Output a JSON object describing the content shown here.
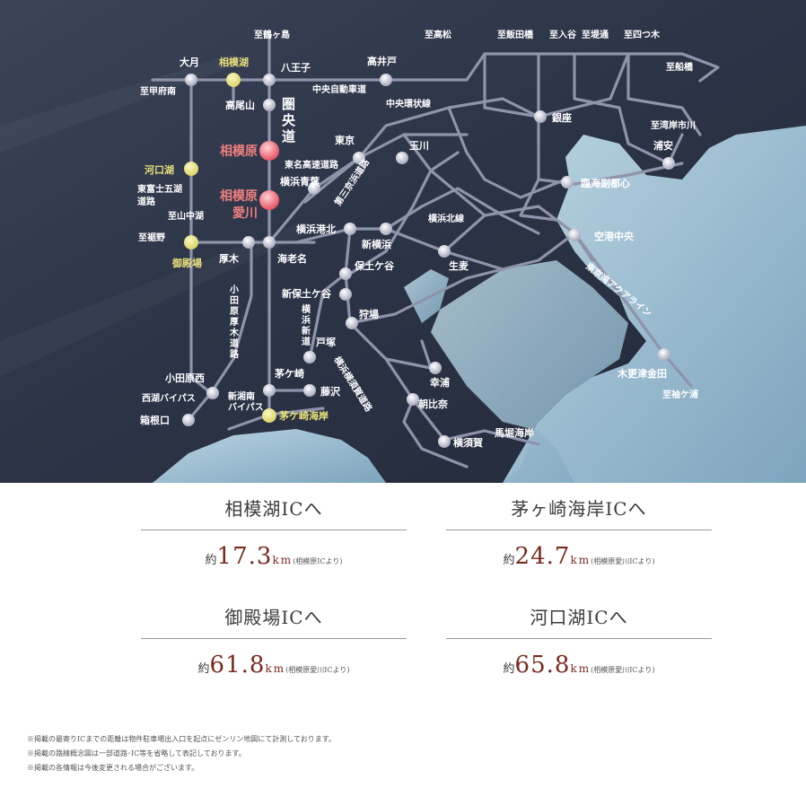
{
  "map": {
    "labels": {
      "chuo_do": "圏\n央\n道",
      "tsuru": "至鶴ヶ島",
      "hachioji": "八王子",
      "ohtsuki": "大月",
      "sagamiko": "相模湖",
      "kofu": "至甲府南",
      "takaosan": "高尾山",
      "takaido": "高井戸",
      "chuo_exp": "中央自動車道",
      "chuo_kanjo": "中央環状線",
      "sagamihara": "相模原",
      "sagamihara_aikawa_1": "相模原",
      "sagamihara_aikawa_2": "愛川",
      "kawaguchiko": "河口湖",
      "higashifuji_1": "東富士五湖",
      "higashifuji_2": "道路",
      "yamanaka": "至山中湖",
      "susono": "至裾野",
      "gotemba": "御殿場",
      "atsugi": "厚木",
      "ebina": "海老名",
      "tokyo": "東京",
      "tomei": "東名高速道路",
      "yokohama_aoba": "横浜青葉",
      "tamagawa": "玉川",
      "daisan_keihin": "第三京浜道路",
      "yokohama_kohoku": "横浜港北",
      "shin_yokohama": "新横浜",
      "kitasen": "横浜北線",
      "hodogaya": "保土ケ谷",
      "namamugi": "生麦",
      "shin_hodogaya": "新保土ケ谷",
      "yokohama_shindo": "横浜新道",
      "kariba": "狩場",
      "totsuka": "戸塚",
      "odawara_atsugi": "小田原厚木道路",
      "yokoyoko": "横浜横須賀道路",
      "koura": "幸浦",
      "chigasaki": "茅ケ崎",
      "fujisawa": "藤沢",
      "asahina": "朝比奈",
      "odawara_nishi": "小田原西",
      "seisho": "西湖バイパス",
      "shinshonan": "新湘南",
      "bypass": "バイパス",
      "hakoneguchi": "箱根口",
      "chigasaki_kaigan": "茅ケ崎海岸",
      "yokosuka": "横須賀",
      "mabori": "馬堀海岸",
      "takamatsu": "至高松",
      "iidabashi": "至飯田橋",
      "iriya": "至入谷",
      "tsutsumi": "至堤通",
      "yotsugi": "至四つ木",
      "funabashi": "至船橋",
      "ginza": "銀座",
      "wangan_ichikawa": "至湾岸市川",
      "urayasu": "浦安",
      "rinkai": "臨海副都心",
      "kuko": "空港中央",
      "aqualine": "東京湾アクアライン",
      "kisarazu": "木更津金田",
      "sodegaura": "至袖ケ浦"
    }
  },
  "distances": [
    {
      "title": "相模湖ICへ",
      "prefix": "約",
      "value": "17.3",
      "unit": "km",
      "from": "(相模原ICより)"
    },
    {
      "title": "茅ヶ崎海岸ICへ",
      "prefix": "約",
      "value": "24.7",
      "unit": "km",
      "from": "(相模原愛川ICより)"
    },
    {
      "title": "御殿場ICへ",
      "prefix": "約",
      "value": "61.8",
      "unit": "km",
      "from": "(相模原愛川ICより)"
    },
    {
      "title": "河口湖ICへ",
      "prefix": "約",
      "value": "65.8",
      "unit": "km",
      "from": "(相模原愛川ICより)"
    }
  ],
  "notes": [
    "※掲載の最寄りICまでの距離は物件駐車場出入口を起点にゼンリン地図にて計測しております。",
    "※掲載の路線概念図は一部道路･IC等を省略して表記しております。",
    "※掲載の各情報は今後変更される場合がございます。"
  ],
  "colors": {
    "map_bg": "#2b3346",
    "sea": "#8fb3c9",
    "road": "#8f93ab",
    "node": "#c9ccdb",
    "ic_red": "#e8606a",
    "ic_yellow": "#e3df7a",
    "value_text": "#7a2a1e"
  }
}
